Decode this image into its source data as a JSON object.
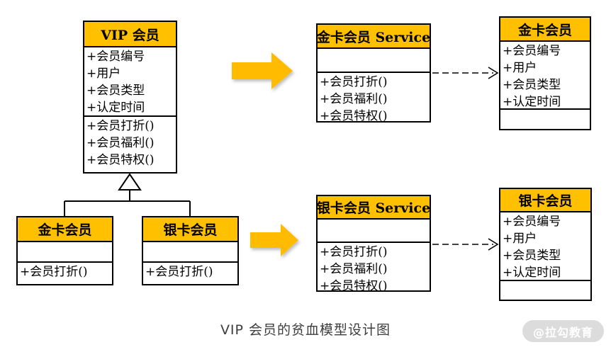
{
  "caption": "VIP 会员的贫血模型设计图",
  "watermark": "@拉勾教育",
  "colors": {
    "class_header_bg": "#FFC000",
    "big_arrow": "#FFBB00",
    "box_border": "#000000",
    "caption_text": "#3d3d3d",
    "watermark_bg": "#dcdcdc"
  },
  "classes": {
    "vip": {
      "title": "VIP 会员",
      "attributes": [
        "+会员编号",
        "+用户",
        "+会员类型",
        "+认定时间"
      ],
      "methods": [
        "+会员打折()",
        "+会员福利()",
        "+会员特权()"
      ]
    },
    "gold_sub": {
      "title": "金卡会员",
      "attributes": [],
      "methods": [
        "+会员打折()"
      ]
    },
    "silver_sub": {
      "title": "银卡会员",
      "attributes": [],
      "methods": [
        "+会员打折()"
      ]
    },
    "gold_service": {
      "title": "金卡会员 Service",
      "attributes": [],
      "methods": [
        "+会员打折()",
        "+会员福利()",
        "+会员特权()"
      ]
    },
    "gold_entity": {
      "title": "金卡会员",
      "attributes": [
        "+会员编号",
        "+用户",
        "+会员类型",
        "+认定时间"
      ],
      "methods": []
    },
    "silver_service": {
      "title": "银卡会员 Service",
      "attributes": [],
      "methods": [
        "+会员打折()",
        "+会员福利()",
        "+会员特权()"
      ]
    },
    "silver_entity": {
      "title": "银卡会员",
      "attributes": [
        "+会员编号",
        "+用户",
        "+会员类型",
        "+认定时间"
      ],
      "methods": []
    }
  }
}
